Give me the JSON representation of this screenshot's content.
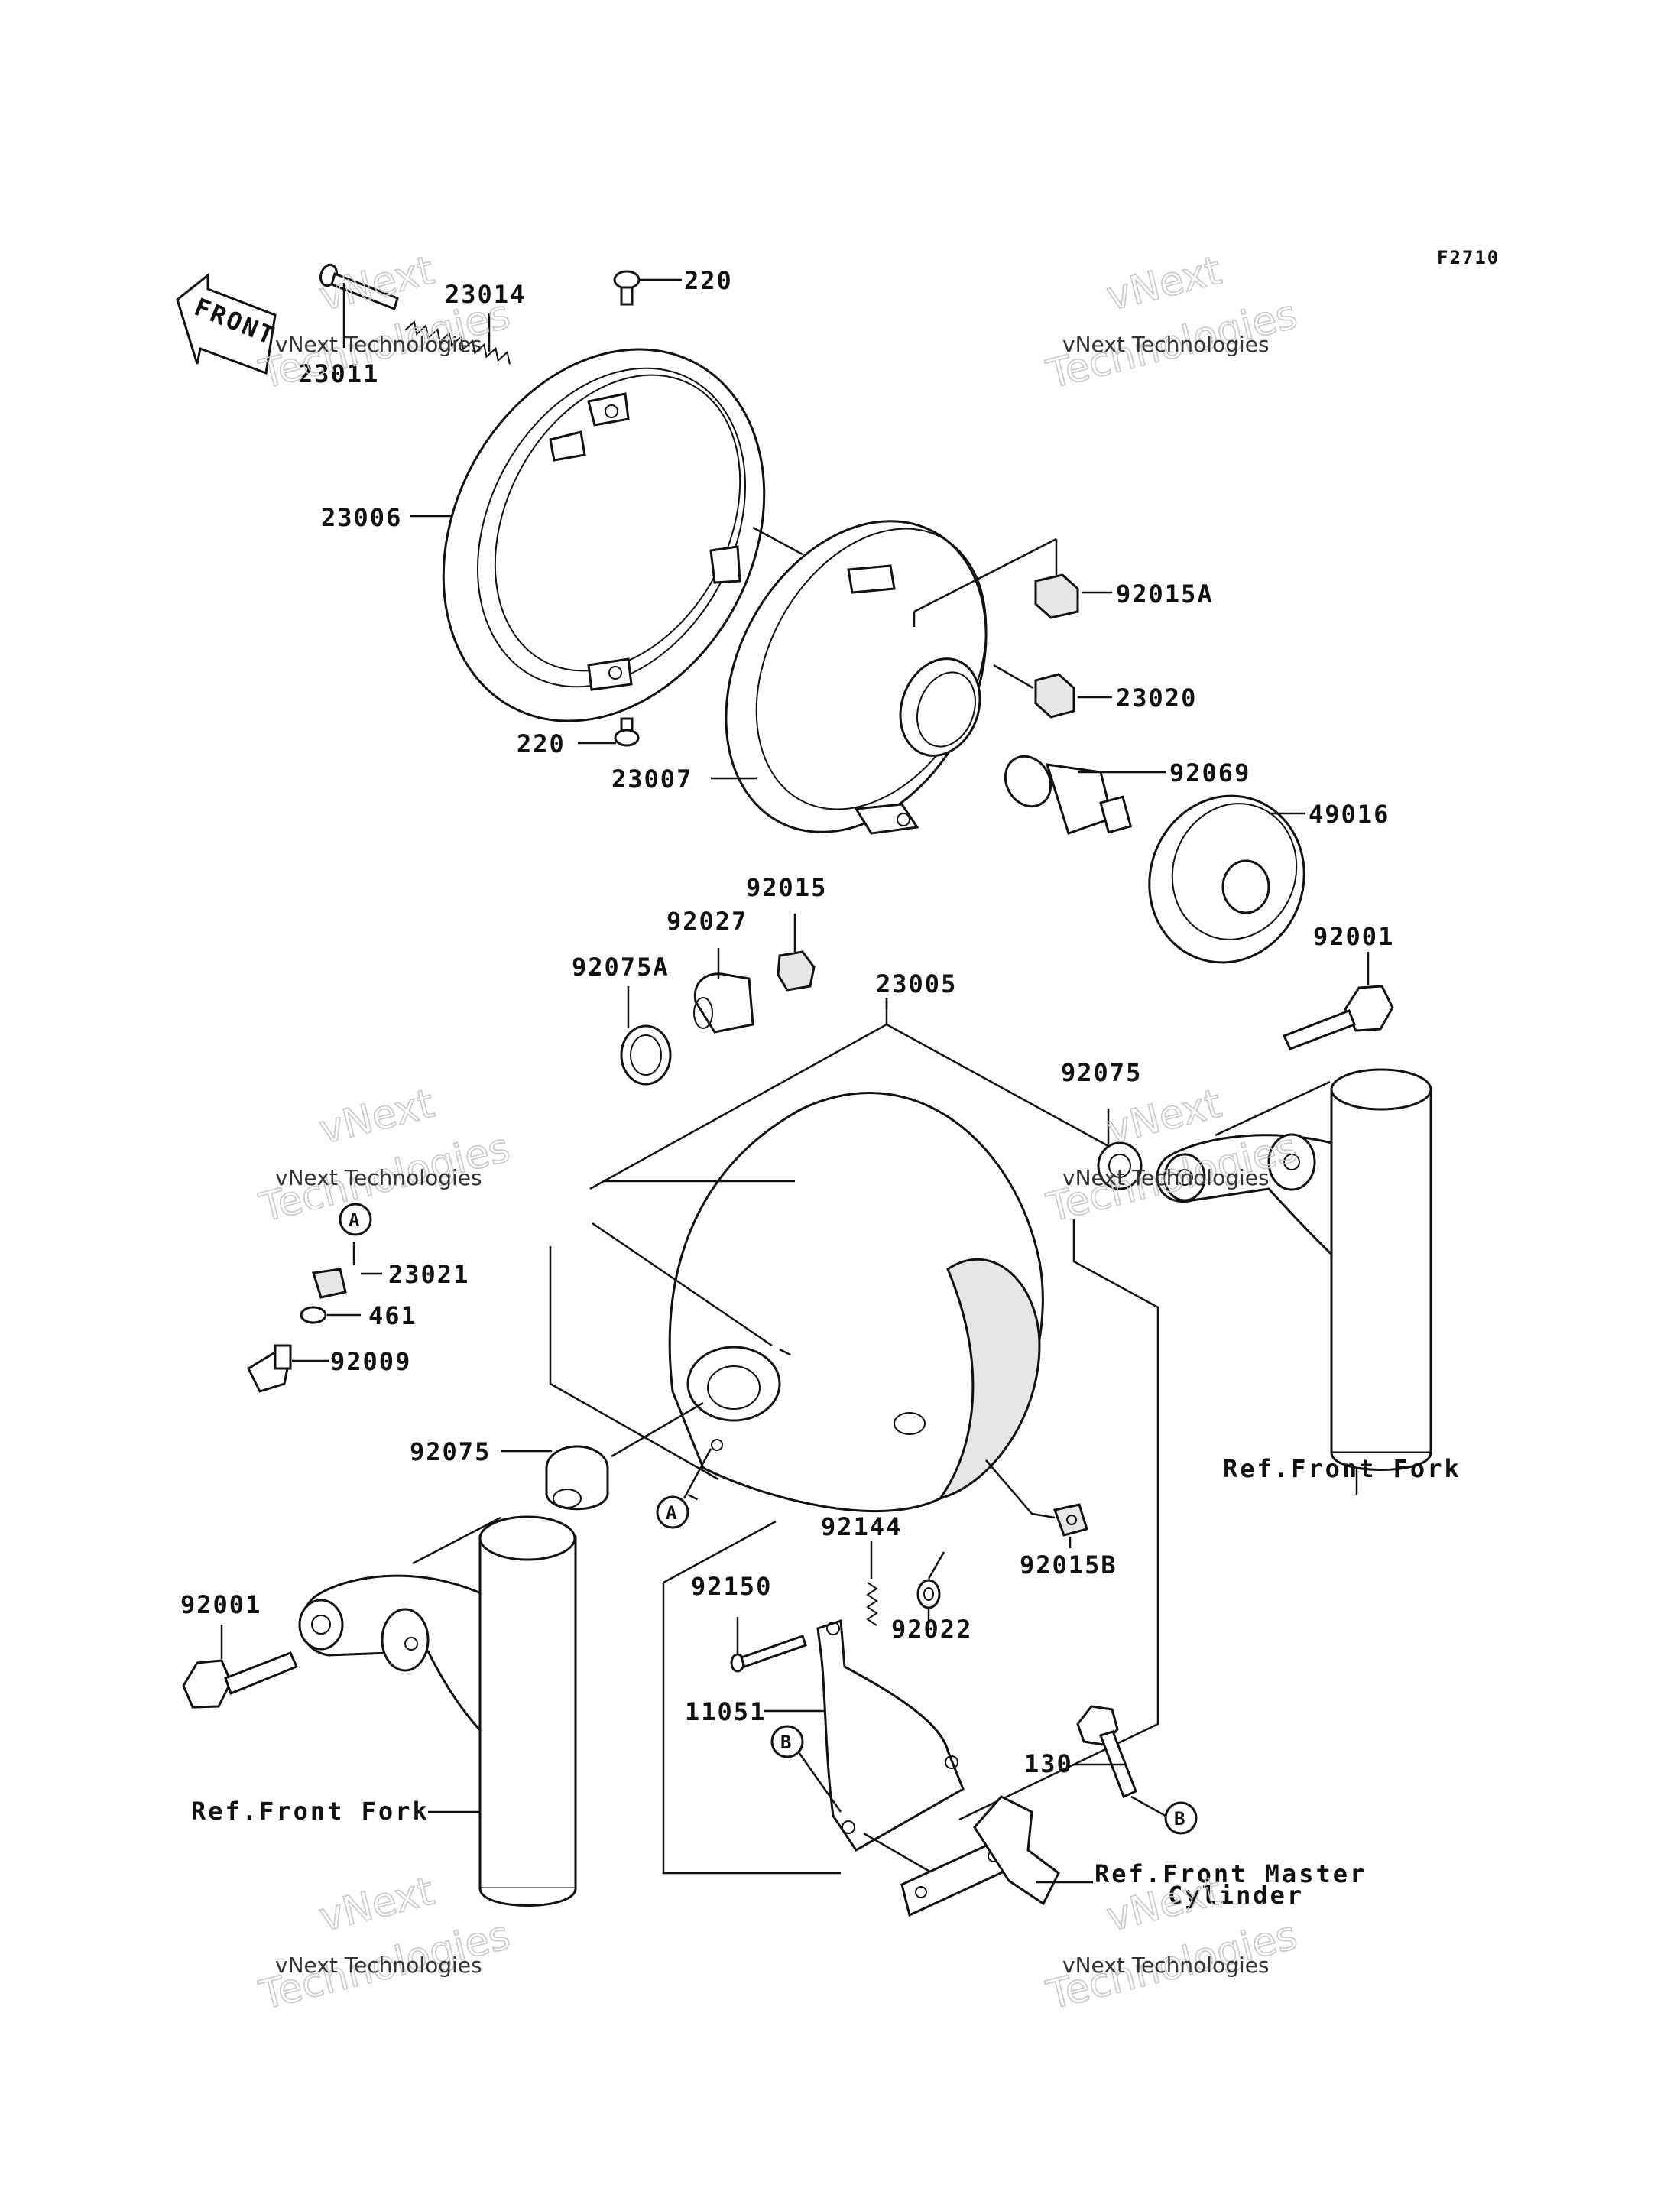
{
  "diagram": {
    "code": "F2710",
    "front_label": "FRONT",
    "parts": [
      {
        "id": "p-23014",
        "text": "23014"
      },
      {
        "id": "p-23011",
        "text": "23011"
      },
      {
        "id": "p-220a",
        "text": "220"
      },
      {
        "id": "p-23006",
        "text": "23006"
      },
      {
        "id": "p-92015A",
        "text": "92015A"
      },
      {
        "id": "p-23020",
        "text": "23020"
      },
      {
        "id": "p-220b",
        "text": "220"
      },
      {
        "id": "p-23007",
        "text": "23007"
      },
      {
        "id": "p-92069",
        "text": "92069"
      },
      {
        "id": "p-49016",
        "text": "49016"
      },
      {
        "id": "p-92015",
        "text": "92015"
      },
      {
        "id": "p-92027",
        "text": "92027"
      },
      {
        "id": "p-92075A",
        "text": "92075A"
      },
      {
        "id": "p-23005",
        "text": "23005"
      },
      {
        "id": "p-92001a",
        "text": "92001"
      },
      {
        "id": "p-92075a",
        "text": "92075"
      },
      {
        "id": "p-23021",
        "text": "23021"
      },
      {
        "id": "p-461",
        "text": "461"
      },
      {
        "id": "p-92009",
        "text": "92009"
      },
      {
        "id": "p-92075b",
        "text": "92075"
      },
      {
        "id": "p-92144",
        "text": "92144"
      },
      {
        "id": "p-92150",
        "text": "92150"
      },
      {
        "id": "p-92022",
        "text": "92022"
      },
      {
        "id": "p-92015B",
        "text": "92015B"
      },
      {
        "id": "p-92001b",
        "text": "92001"
      },
      {
        "id": "p-11051",
        "text": "11051"
      },
      {
        "id": "p-130",
        "text": "130"
      }
    ],
    "markers": {
      "a": "A",
      "b": "B"
    },
    "references": {
      "front_fork": "Ref.Front Fork",
      "master_line1": "Ref.Front Master",
      "master_line2": "Cylinder"
    },
    "watermark": {
      "line1": "vNext Technologies",
      "big_a": "vNext",
      "big_b": "Technologies"
    }
  }
}
